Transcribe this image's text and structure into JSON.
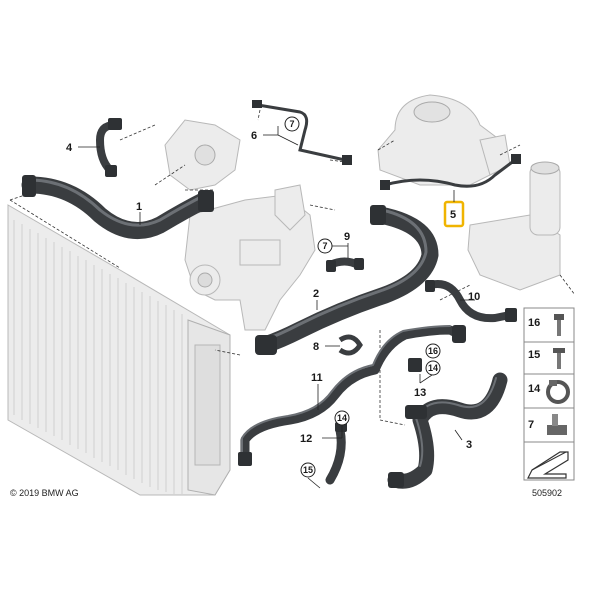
{
  "copyright": "© 2019 BMW AG",
  "diagram_id": "505902",
  "callouts": [
    {
      "id": "c1",
      "label": "1"
    },
    {
      "id": "c2",
      "label": "2"
    },
    {
      "id": "c3",
      "label": "3"
    },
    {
      "id": "c4",
      "label": "4"
    },
    {
      "id": "c5",
      "label": "5",
      "highlight": true
    },
    {
      "id": "c6",
      "label": "6"
    },
    {
      "id": "c8",
      "label": "8"
    },
    {
      "id": "c9",
      "label": "9"
    },
    {
      "id": "c10",
      "label": "10"
    },
    {
      "id": "c11",
      "label": "11"
    },
    {
      "id": "c12",
      "label": "12"
    },
    {
      "id": "c13",
      "label": "13"
    }
  ],
  "circled_refs": [
    {
      "id": "r7a",
      "label": "7"
    },
    {
      "id": "r7b",
      "label": "7"
    },
    {
      "id": "r16",
      "label": "16"
    },
    {
      "id": "r14a",
      "label": "14"
    },
    {
      "id": "r14b",
      "label": "14"
    },
    {
      "id": "r15",
      "label": "15"
    }
  ],
  "parts_legend": [
    {
      "label": "16",
      "icon": "bolt-icon"
    },
    {
      "label": "15",
      "icon": "screw-icon"
    },
    {
      "label": "14",
      "icon": "clamp-icon"
    },
    {
      "label": "7",
      "icon": "clip-icon"
    },
    {
      "label": "",
      "icon": "arrow-icon"
    }
  ],
  "colors": {
    "hose": "#3a3d40",
    "ghost_part": "#ececec",
    "highlight": "#f0b400"
  }
}
